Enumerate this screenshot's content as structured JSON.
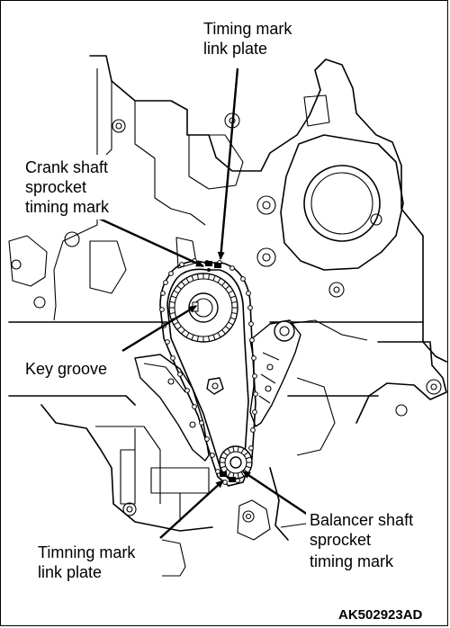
{
  "diagram": {
    "labels": {
      "top_link_plate_line1": "Timing mark",
      "top_link_plate_line2": "link plate",
      "crank_line1": "Crank shaft",
      "crank_line2": "sprocket",
      "crank_line3": "timing mark",
      "key_groove": "Key groove",
      "balancer_line1": "Balancer shaft",
      "balancer_line2": "sprocket",
      "balancer_line3": "timing mark",
      "bottom_link_plate_line1": "Timning mark",
      "bottom_link_plate_line2": "link plate"
    },
    "figure_code": "AK502923AD"
  },
  "colors": {
    "ink": "#000000",
    "paper": "#ffffff"
  }
}
